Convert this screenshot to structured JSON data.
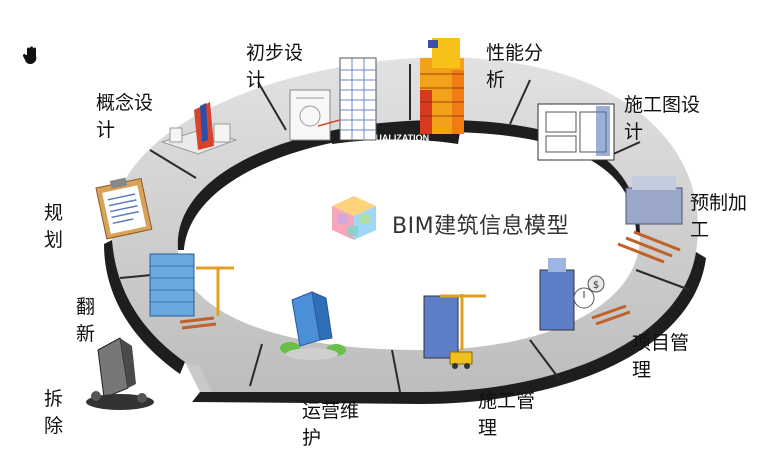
{
  "center": {
    "title": "BIM建筑信息模型"
  },
  "ring_banner": "VISUALIZATION",
  "stages": [
    {
      "id": "planning",
      "label": "规\n划",
      "icon": "clipboard-icon"
    },
    {
      "id": "concept",
      "label": "概念设\n计",
      "icon": "concept-model-icon"
    },
    {
      "id": "preliminary",
      "label": "初步设\n计",
      "icon": "preliminary-design-icon"
    },
    {
      "id": "analysis",
      "label": "性能分\n析",
      "icon": "heatmap-building-icon"
    },
    {
      "id": "construction-drawing",
      "label": "施工图设\n计",
      "icon": "floor-plan-icon"
    },
    {
      "id": "prefab",
      "label": "预制加\n工",
      "icon": "prefab-factory-icon"
    },
    {
      "id": "project-mgmt",
      "label": "项目管\n理",
      "icon": "project-management-icon"
    },
    {
      "id": "construction-mgmt",
      "label": "施工管\n理",
      "icon": "crane-icon"
    },
    {
      "id": "operations",
      "label": "运营维\n护",
      "icon": "office-tower-icon"
    },
    {
      "id": "renovation",
      "label": "翻\n新",
      "icon": "renovation-crane-icon"
    },
    {
      "id": "demolition",
      "label": "拆\n除",
      "icon": "demolition-rubble-icon"
    }
  ],
  "colors": {
    "ring_top": "#d2d2d2",
    "ring_side": "#1e1e1e",
    "cube_palette": [
      "#f7a8b8",
      "#fcd27d",
      "#9fd7f5",
      "#b7e08e",
      "#c8a8e6",
      "#7fd3c8"
    ]
  }
}
